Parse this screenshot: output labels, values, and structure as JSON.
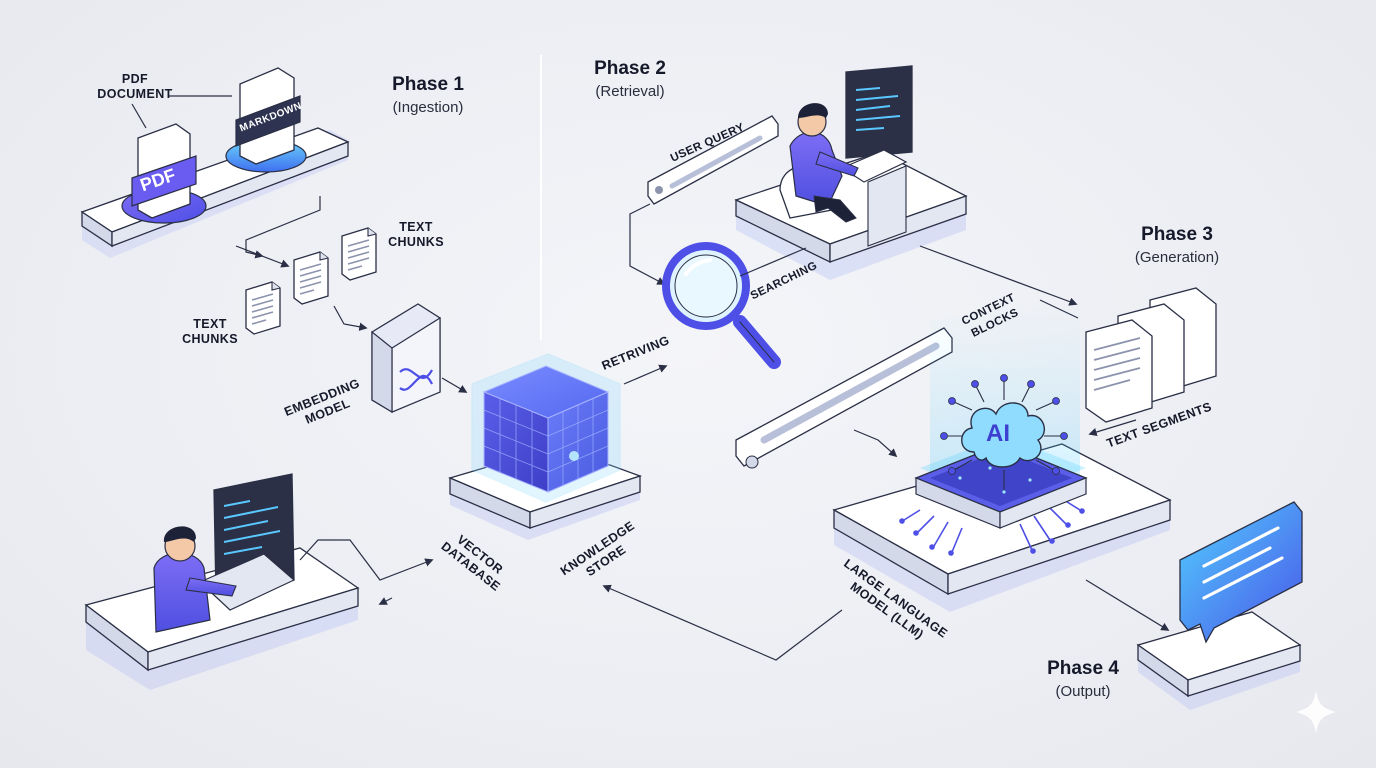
{
  "phases": [
    {
      "title": "Phase 1",
      "subtitle": "(Ingestion)"
    },
    {
      "title": "Phase 2",
      "subtitle": "(Retrieval)"
    },
    {
      "title": "Phase 3",
      "subtitle": "(Generation)"
    },
    {
      "title": "Phase 4",
      "subtitle": "(Output)"
    }
  ],
  "labels": {
    "pdf_document": [
      "PDF",
      "DOCUMENT"
    ],
    "pdf_badge": "PDF",
    "markdown_badge": "MARKDOWN",
    "text_chunks_top": [
      "TEXT",
      "CHUNKS"
    ],
    "text_chunks_left": [
      "TEXT",
      "CHUNKS"
    ],
    "embedding_model": [
      "EMBEDDING",
      "MODEL"
    ],
    "vector_database": [
      "VECTOR",
      "DATABASE"
    ],
    "knowledge_store": [
      "KNOWLEDGE",
      "STORE"
    ],
    "retriving": "RETRIVING",
    "user_query": "USER QUERY",
    "searching": "SEARCHING",
    "context_blocks": [
      "CONTEXT",
      "BLOCKS"
    ],
    "text_segments": "TEXT SEGMENTS",
    "ai_badge": "AI",
    "llm": [
      "LARGE LANGUAGE",
      "MODEL (LLM)"
    ]
  },
  "colors": {
    "accent": "#5b5ff0",
    "accent_light": "#48c4f7",
    "platform": "#ffffff",
    "platform_side": "#d4d9ea",
    "line": "#2a2f45"
  }
}
